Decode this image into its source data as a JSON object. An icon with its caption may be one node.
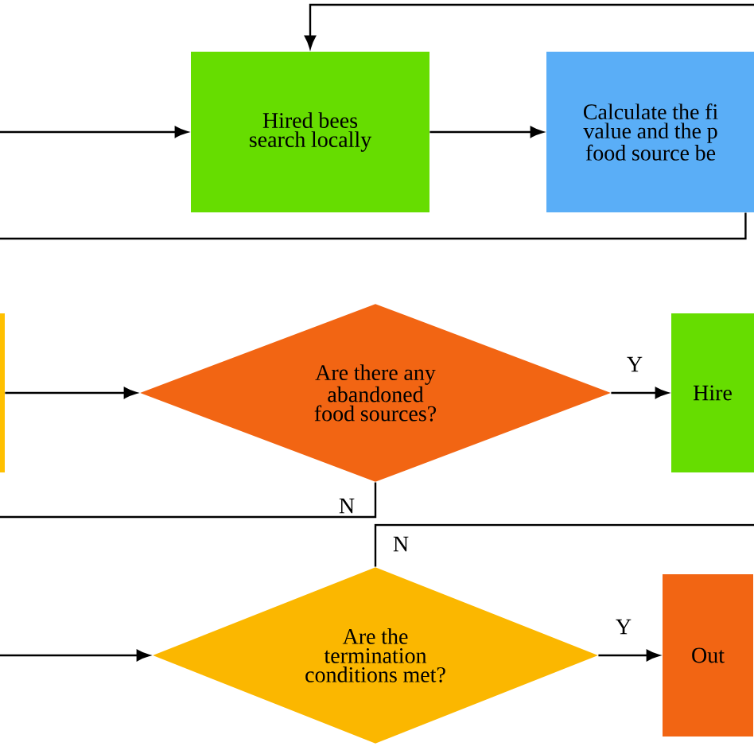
{
  "diagram": {
    "nodes": [
      {
        "text": [
          "Hired bees search locally"
        ]
      },
      {
        "text": [
          "Calculate the fi value and the p food source be"
        ]
      },
      {
        "text": [],
        "shape": "box"
      },
      {
        "text": [
          "Are there any abandoned food sources?"
        ]
      },
      {
        "text": [
          "Hire"
        ]
      },
      {
        "text": [
          "Are the termination conditions met?"
        ]
      },
      {
        "text": [
          "Out"
        ]
      }
    ],
    "edges": [
      {
        "from": null,
        "to": 0,
        "arrow": "to"
      },
      {
        "from": 0,
        "to": 1,
        "arrow": "to"
      },
      {
        "from": null,
        "to": 0,
        "arrow": "to"
      },
      {
        "from": 1,
        "to": null,
        "arrow": "none"
      },
      {
        "from": 2,
        "to": 3,
        "arrow": "to"
      },
      {
        "from": 3,
        "to": 4,
        "arrow": "to",
        "label": "Y"
      },
      {
        "from": 3,
        "to": null,
        "arrow": "none",
        "label": "N"
      },
      {
        "from": 5,
        "to": null,
        "arrow": "none",
        "label": "N"
      },
      {
        "from": null,
        "to": 5,
        "arrow": "to"
      },
      {
        "from": 5,
        "to": 6,
        "arrow": "to",
        "label": "Y"
      }
    ]
  }
}
